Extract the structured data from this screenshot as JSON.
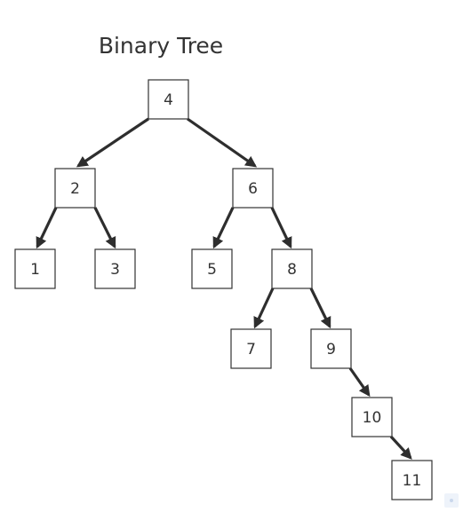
{
  "title": "Binary Tree",
  "colors": {
    "edge": "#2e2e2e",
    "node_border": "#333333",
    "node_fill": "#ffffff",
    "text": "#333333"
  },
  "nodes": [
    {
      "id": "n4",
      "label": "4"
    },
    {
      "id": "n2",
      "label": "2"
    },
    {
      "id": "n6",
      "label": "6"
    },
    {
      "id": "n1",
      "label": "1"
    },
    {
      "id": "n3",
      "label": "3"
    },
    {
      "id": "n5",
      "label": "5"
    },
    {
      "id": "n8",
      "label": "8"
    },
    {
      "id": "n7",
      "label": "7"
    },
    {
      "id": "n9",
      "label": "9"
    },
    {
      "id": "n10",
      "label": "10"
    },
    {
      "id": "n11",
      "label": "11"
    }
  ],
  "edges": [
    {
      "from": "n4",
      "to": "n2"
    },
    {
      "from": "n4",
      "to": "n6"
    },
    {
      "from": "n2",
      "to": "n1"
    },
    {
      "from": "n2",
      "to": "n3"
    },
    {
      "from": "n6",
      "to": "n5"
    },
    {
      "from": "n6",
      "to": "n8"
    },
    {
      "from": "n8",
      "to": "n7"
    },
    {
      "from": "n8",
      "to": "n9"
    },
    {
      "from": "n9",
      "to": "n10"
    },
    {
      "from": "n10",
      "to": "n11"
    }
  ]
}
